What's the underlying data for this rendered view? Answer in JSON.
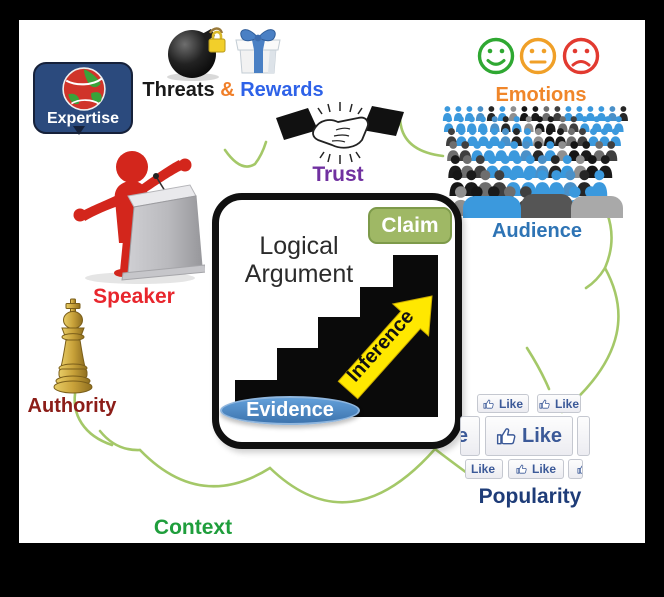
{
  "labels": {
    "expertise": "Expertise",
    "threats": "Threats",
    "ampersand": "&",
    "rewards": "Rewards",
    "emotions": "Emotions",
    "trust": "Trust",
    "audience": "Audience",
    "speaker": "Speaker",
    "authority": "Authority",
    "logical_argument_line1": "Logical",
    "logical_argument_line2": "Argument",
    "claim": "Claim",
    "inference": "Inference",
    "evidence": "Evidence",
    "like": "Like",
    "popularity": "Popularity",
    "context": "Context"
  },
  "colors": {
    "arc_green": "#a4c868",
    "expertise_bg": "#2b4a7d",
    "threats_black": "#1a1a1a",
    "amp_orange": "#f07f29",
    "rewards_blue": "#2e62e8",
    "emotions_orange": "#f0862a",
    "trust_purple": "#7030a0",
    "audience_blue": "#2e74b5",
    "speaker_red": "#e8262d",
    "authority_maroon": "#8c1d18",
    "claim_green": "#9fb865",
    "claim_border": "#7d9a4a",
    "evidence_blue": "#4a86c6",
    "inference_yellow": "#ffe800",
    "like_blue": "#3b5998",
    "popularity_navy": "#1e3c78",
    "context_green": "#1f9e3c",
    "crowd_blue": "#3b99dd",
    "smiley_green": "#2fa832",
    "smiley_amber": "#f0a028",
    "smiley_red": "#e23a30"
  },
  "audience_crowd": {
    "palette": [
      "#3b99dd",
      "#151515",
      "#3b99dd",
      "#6e6e6e",
      "#262626",
      "#3b99dd",
      "#8f8f8f",
      "#3b99dd",
      "#1a1a1a",
      "#4a90c8",
      "#3f3f3f",
      "#3b99dd"
    ],
    "front_row_colors": [
      "#3b99dd",
      "#555555",
      "#a9a9a9"
    ]
  },
  "popularity": {
    "like_button_count": 8
  }
}
